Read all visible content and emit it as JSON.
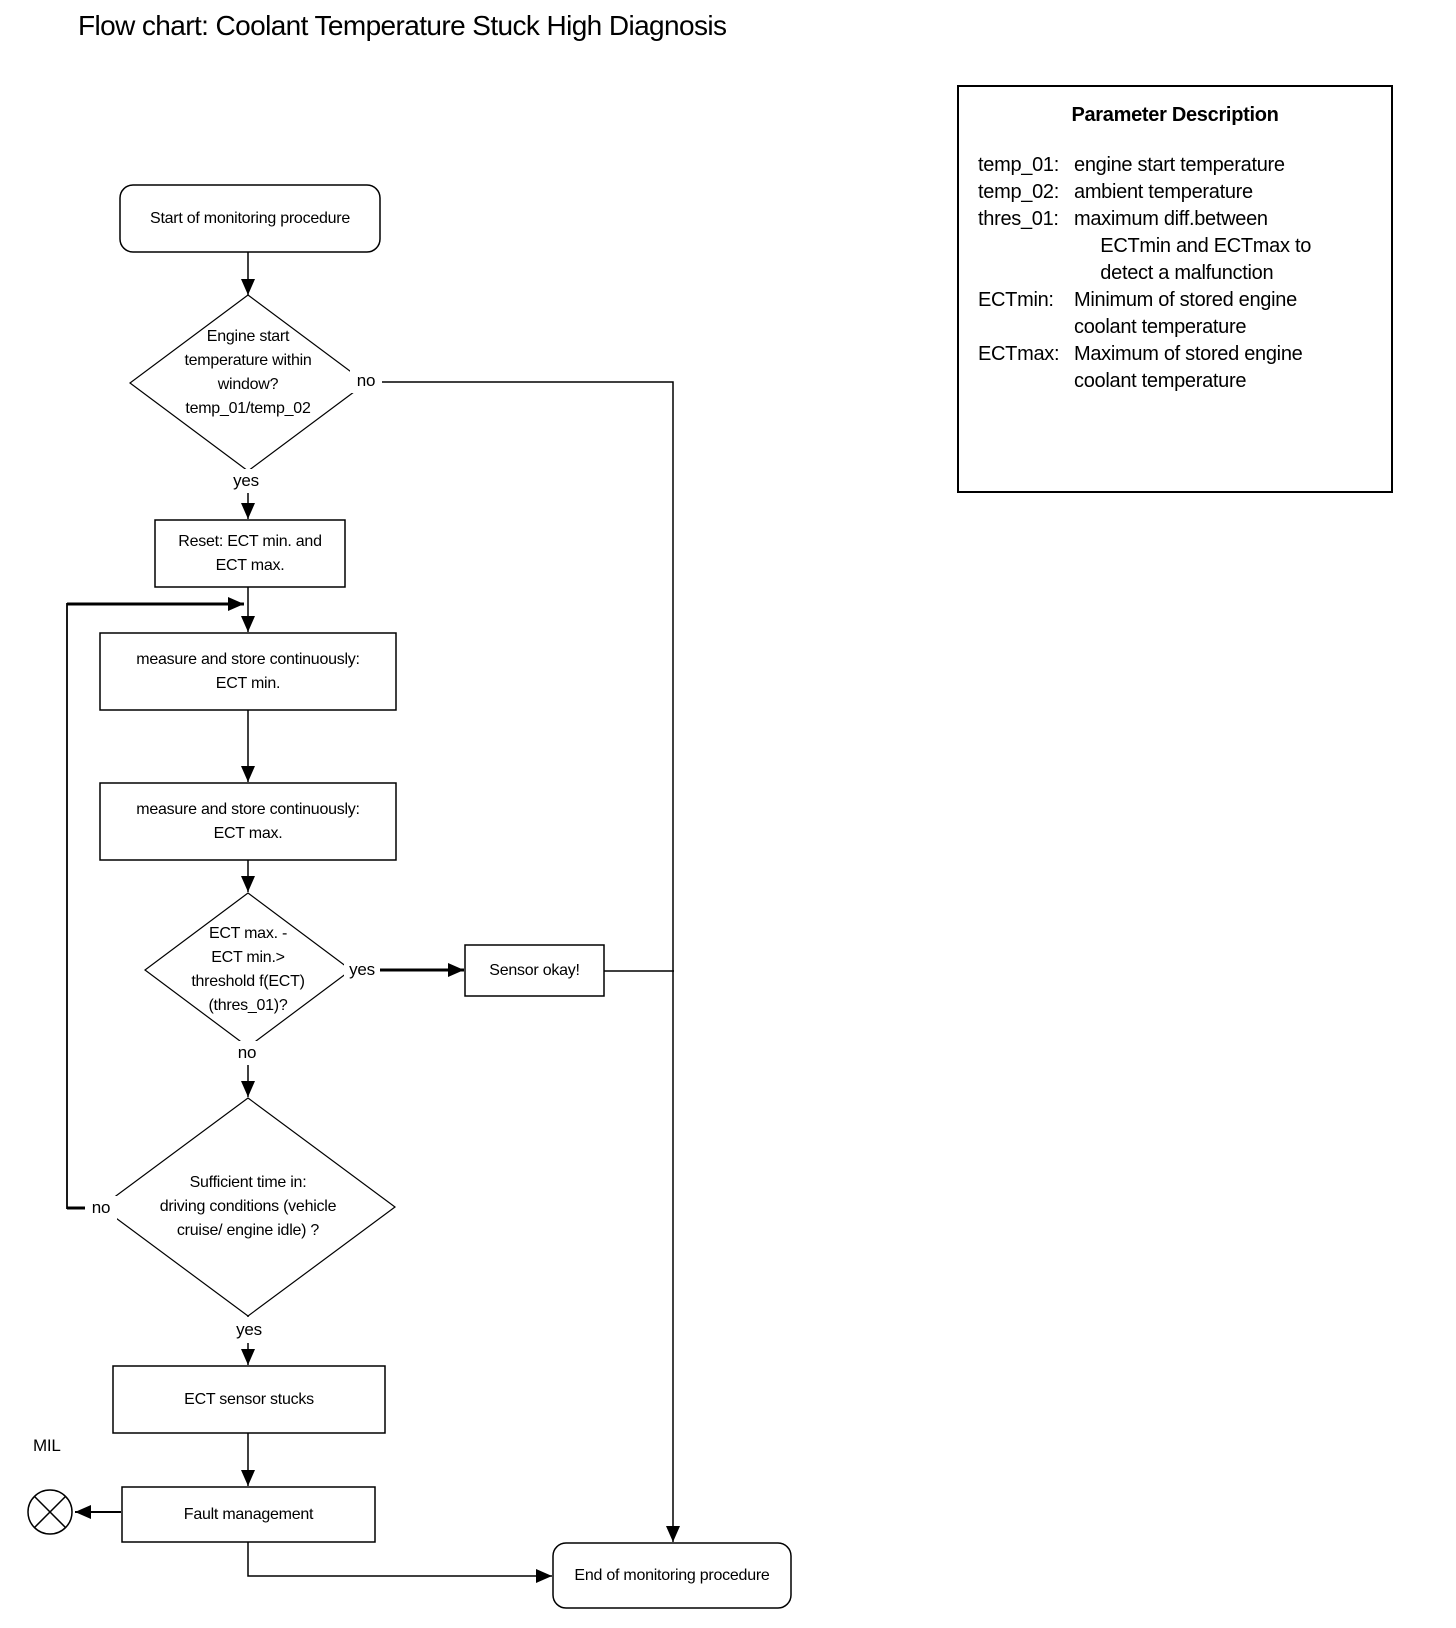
{
  "title": "Flow chart: Coolant Temperature Stuck High Diagnosis",
  "parameter_box": {
    "title": "Parameter Description",
    "params": [
      {
        "label": "temp_01:",
        "desc": "engine start temperature"
      },
      {
        "label": "temp_02:",
        "desc": "ambient temperature"
      },
      {
        "label": "thres_01:",
        "desc": "maximum diff.between\n     ECTmin and ECTmax to\n     detect a malfunction"
      },
      {
        "label": "ECTmin:",
        "desc": "Minimum of stored engine\ncoolant temperature"
      },
      {
        "label": "ECTmax:",
        "desc": "Maximum of stored engine\ncoolant temperature"
      }
    ]
  },
  "nodes": {
    "start": "Start of monitoring procedure",
    "decision_temp_window": "Engine start\ntemperature within\nwindow?\ntemp_01/temp_02",
    "reset": "Reset: ECT min. and\nECT max.",
    "measure_min": "measure and store continuously:\nECT min.",
    "measure_max": "measure and store continuously:\nECT max.",
    "decision_threshold": "ECT max. -\nECT min.>\nthreshold f(ECT)\n(thres_01)?",
    "sensor_okay": "Sensor okay!",
    "decision_time": "Sufficient time in:\ndriving conditions (vehicle\ncruise/ engine idle) ?",
    "sensor_stucks": "ECT sensor stucks",
    "fault_management": "Fault management",
    "end": "End of monitoring procedure",
    "mil_label": "MIL"
  },
  "edge_labels": {
    "temp_no": "no",
    "temp_yes": "yes",
    "threshold_yes": "yes",
    "threshold_no": "no",
    "time_no": "no",
    "time_yes": "yes"
  },
  "colors": {
    "line": "#000000",
    "text": "#000000",
    "background": "#ffffff"
  }
}
